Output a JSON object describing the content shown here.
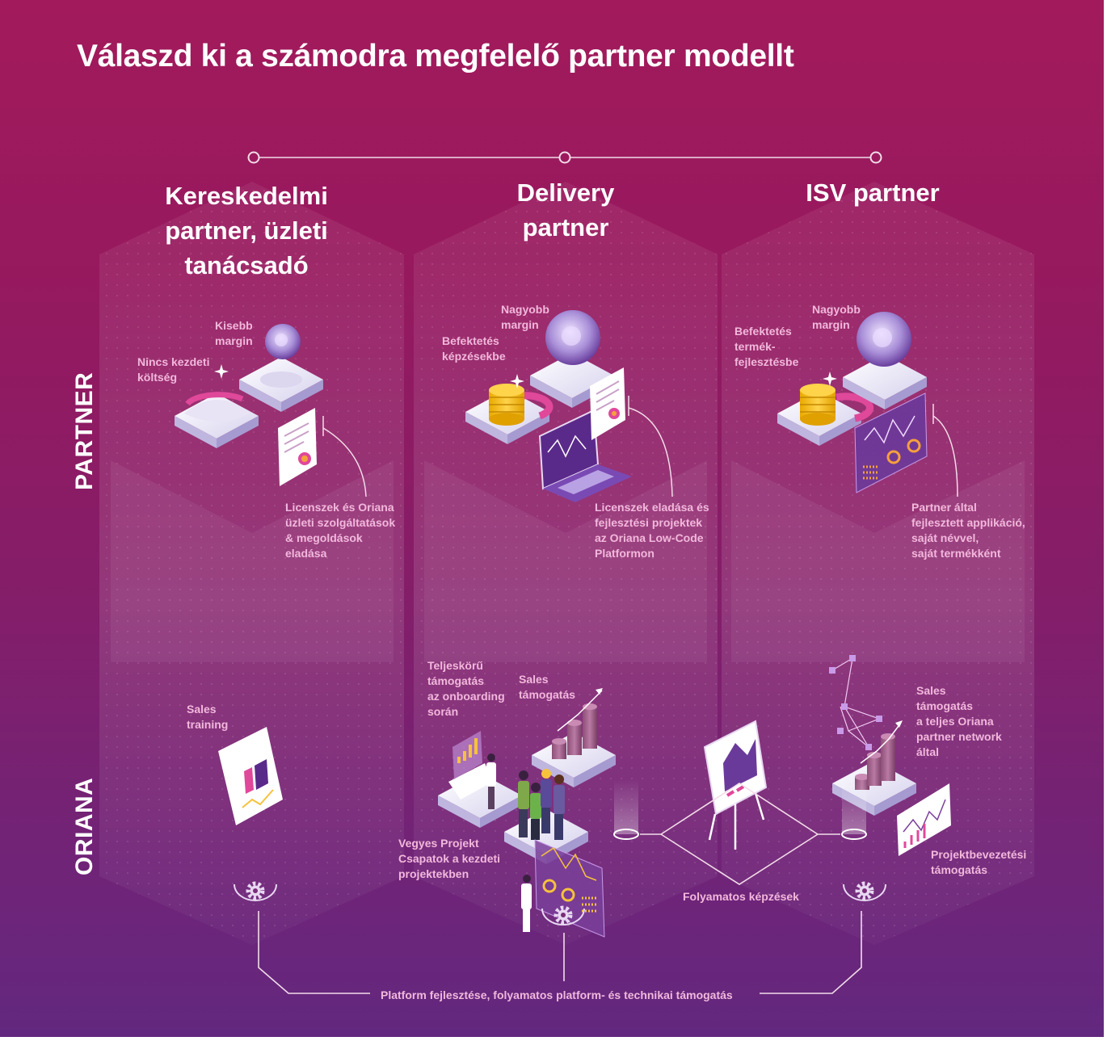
{
  "title": "Válaszd ki a számodra megfelelő partner modellt",
  "side_labels": {
    "partner": "PARTNER",
    "oriana": "ORIANA"
  },
  "columns": [
    {
      "title": [
        "Kereskedelmi",
        "partner, üzleti",
        "tanácsadó"
      ]
    },
    {
      "title": [
        "Delivery",
        "partner"
      ]
    },
    {
      "title": [
        "ISV partner"
      ]
    }
  ],
  "labels": {
    "c1_small_margin": [
      "Kisebb",
      "margin"
    ],
    "c1_no_cost": [
      "Nincs kezdeti",
      "költség"
    ],
    "c1_licenses": [
      "Licenszek és Oriana",
      "üzleti szolgáltatások",
      "& megoldások",
      "eladása"
    ],
    "c1_sales_training": [
      "Sales",
      "training"
    ],
    "c2_bigger_margin": [
      "Nagyobb",
      "margin"
    ],
    "c2_invest_training": [
      "Befektetés",
      "képzésekbe"
    ],
    "c2_licenses": [
      "Licenszek eladása és",
      "fejlesztési projektek",
      "az Oriana Low-Code",
      "Platformon"
    ],
    "c2_full_support": [
      "Teljeskörű",
      "támogatás",
      "az onboarding",
      "során"
    ],
    "c2_sales_support": [
      "Sales",
      "támogatás"
    ],
    "c2_mixed_teams": [
      "Vegyes Projekt",
      "Csapatok a kezdeti",
      "projektekben"
    ],
    "c3_bigger_margin": [
      "Nagyobb",
      "margin"
    ],
    "c3_invest_product": [
      "Befektetés",
      "termék-",
      "fejlesztésbe"
    ],
    "c3_partner_app": [
      "Partner által",
      "fejlesztett applikáció,",
      "saját névvel,",
      "saját termékként"
    ],
    "c3_sales_network": [
      "Sales",
      "támogatás",
      "a teljes Oriana",
      "partner network",
      "által"
    ],
    "c3_project_intro": [
      "Projektbevezetési",
      "támogatás"
    ]
  },
  "continuous_training": "Folyamatos képzések",
  "platform_support": "Platform fejlesztése, folyamatos platform- és technikai támogatás",
  "colors": {
    "background_top": "#a21a5c",
    "background_bottom": "#62287f",
    "label": "#f2b8dc",
    "title": "#ffffff",
    "accent": "#e0489a"
  },
  "icons": [
    "sphere-icon",
    "coin-stack-icon",
    "pie-ring-icon",
    "certificate-icon",
    "laptop-chart-icon",
    "dashboard-panel-icon",
    "bar-chart-icon",
    "easel-chart-icon",
    "people-group-icon",
    "gear-icon",
    "network-icon",
    "sparkle-icon"
  ]
}
